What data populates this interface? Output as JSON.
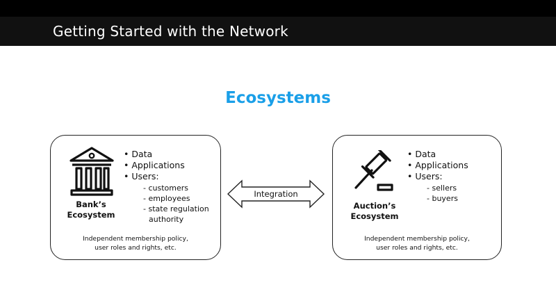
{
  "header": {
    "title": "Getting Started with the Network"
  },
  "heading": "Ecosystems",
  "connector": {
    "label": "Integration"
  },
  "bank": {
    "name_line1": "Bank’s",
    "name_line2": "Ecosystem",
    "items": [
      "• Data",
      "• Applications",
      "• Users:"
    ],
    "users": [
      "- customers",
      "- employees",
      "- state regulation",
      "authority"
    ],
    "policy_line1": "Independent membership policy,",
    "policy_line2": "user roles and rights, etc.",
    "icon": "bank-building-icon"
  },
  "auction": {
    "name_line1": "Auction’s",
    "name_line2": "Ecosystem",
    "items": [
      "• Data",
      "• Applications",
      "• Users:"
    ],
    "users": [
      "- sellers",
      "- buyers"
    ],
    "policy_line1": "Independent membership policy,",
    "policy_line2": "user roles and rights, etc.",
    "icon": "gavel-icon"
  },
  "colors": {
    "accent": "#1a9fe8",
    "titlebar": "#111111"
  }
}
